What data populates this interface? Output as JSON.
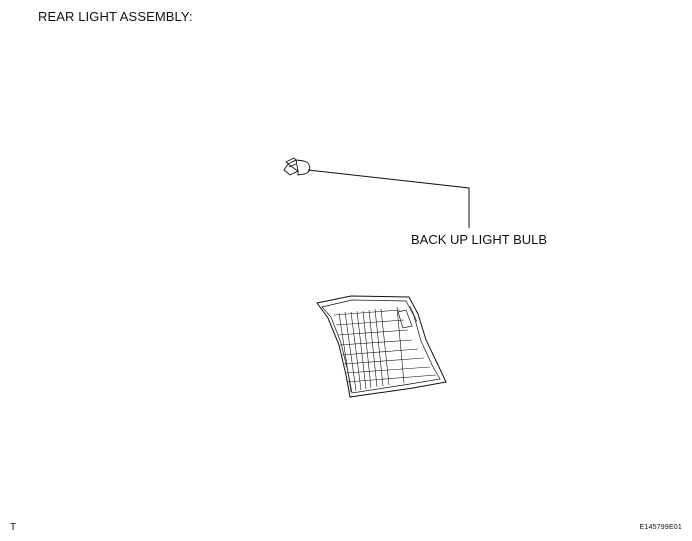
{
  "diagram": {
    "title": "REAR LIGHT ASSEMBLY:",
    "parts": [
      {
        "id": "bulb",
        "label": "BACK UP LIGHT BULB"
      },
      {
        "id": "lamp"
      }
    ],
    "footer": {
      "left_mark": "T",
      "figure_code": "E145799E01"
    },
    "colors": {
      "ink": "#111111",
      "paper": "#ffffff"
    }
  }
}
